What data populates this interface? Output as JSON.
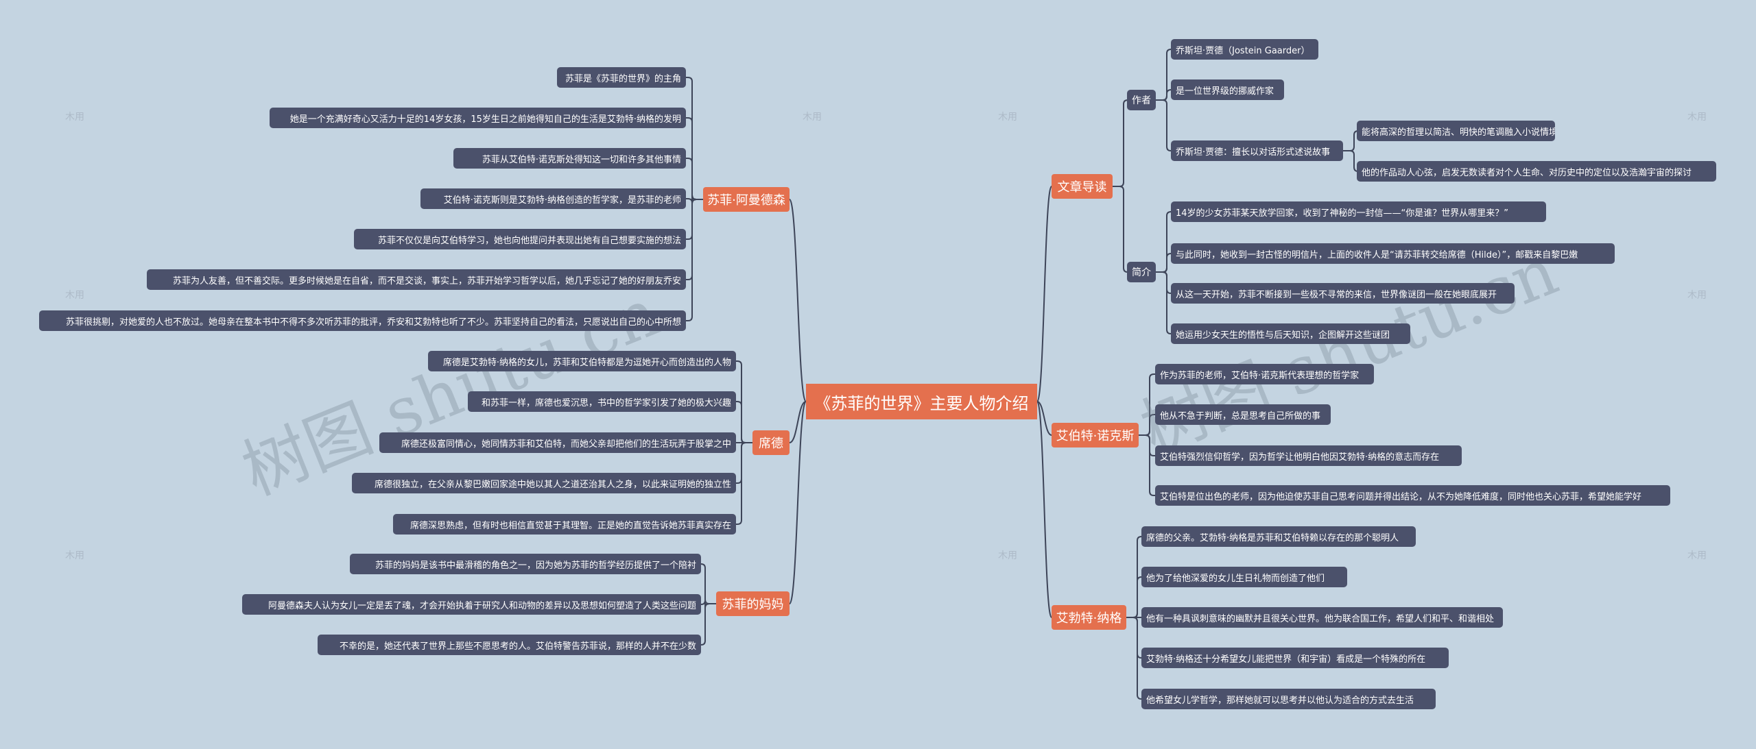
{
  "watermark": {
    "big_text": "树图 shutu.cn",
    "small_text": "木用"
  },
  "root": {
    "label": "《苏菲的世界》主要人物介绍"
  },
  "left": {
    "sophie": {
      "label": "苏菲·阿曼德森",
      "items": [
        "苏菲是《苏菲的世界》的主角",
        "她是一个充满好奇心又活力十足的14岁女孩，15岁生日之前她得知自己的生活是艾勃特·纳格的发明",
        "苏菲从艾伯特·诺克斯处得知这一切和许多其他事情",
        "艾伯特·诺克斯则是艾勃特·纳格创造的哲学家，是苏菲的老师",
        "苏菲不仅仅是向艾伯特学习，她也向他提问并表现出她有自己想要实施的想法",
        "苏菲为人友善，但不善交际。更多时候她是在自省，而不是交谈，事实上，苏菲开始学习哲学以后，她几乎忘记了她的好朋友乔安",
        "苏菲很挑剔，对她爱的人也不放过。她母亲在整本书中不得不多次听苏菲的批评，乔安和艾勃特也听了不少。苏菲坚持自己的看法，只愿说出自己的心中所想"
      ]
    },
    "hilde": {
      "label": "席德",
      "items": [
        "席德是艾勃特·纳格的女儿，苏菲和艾伯特都是为逗她开心而创造出的人物",
        "和苏菲一样，席德也爱沉思，书中的哲学家引发了她的极大兴趣",
        "席德还极富同情心，她同情苏菲和艾伯特，而她父亲却把他们的生活玩弄于股掌之中",
        "席德很独立，在父亲从黎巴嫩回家途中她以其人之道还治其人之身，以此来证明她的独立性",
        "席德深思熟虑，但有时也相信直觉甚于其理智。正是她的直觉告诉她苏菲真实存在"
      ]
    },
    "mother": {
      "label": "苏菲的妈妈",
      "items": [
        "苏菲的妈妈是该书中最滑稽的角色之一，因为她为苏菲的哲学经历提供了一个陪衬",
        "阿曼德森夫人认为女儿一定是丢了魂，才会开始执着于研究人和动物的差异以及思想如何塑造了人类这些问题",
        "不幸的是，她还代表了世界上那些不愿思考的人。艾伯特警告苏菲说，那样的人并不在少数"
      ]
    }
  },
  "right": {
    "guide": {
      "label": "文章导读",
      "author": {
        "label": "作者",
        "items": [
          "乔斯坦·贾德（Jostein Gaarder）",
          "是一位世界级的挪威作家"
        ],
        "story": {
          "label": "乔斯坦·贾德：擅长以对话形式述说故事",
          "items": [
            "能将高深的哲理以简洁、明快的笔调融入小说情境",
            "他的作品动人心弦，启发无数读者对个人生命、对历史中的定位以及浩瀚宇宙的探讨"
          ]
        }
      },
      "intro": {
        "label": "简介",
        "items": [
          "14岁的少女苏菲某天放学回家，收到了神秘的一封信——“你是谁？世界从哪里来？”",
          "与此同时，她收到一封古怪的明信片，上面的收件人是“请苏菲转交给席德（Hilde）”，邮戳来自黎巴嫩",
          "从这一天开始，苏菲不断接到一些极不寻常的来信，世界像谜团一般在她眼底展开",
          "她运用少女天生的悟性与后天知识，企图解开这些谜团"
        ]
      }
    },
    "alberto": {
      "label": "艾伯特·诺克斯",
      "items": [
        "作为苏菲的老师，艾伯特·诺克斯代表理想的哲学家",
        "他从不急于判断，总是思考自己所做的事",
        "艾伯特强烈信仰哲学，因为哲学让他明白他因艾勃特·纳格的意志而存在",
        "艾伯特是位出色的老师，因为他迫使苏菲自己思考问题并得出结论，从不为她降低难度，同时他也关心苏菲，希望她能学好"
      ]
    },
    "albert": {
      "label": "艾勃特·纳格",
      "items": [
        "席德的父亲。艾勃特·纳格是苏菲和艾伯特赖以存在的那个聪明人",
        "他为了给他深爱的女儿生日礼物而创造了他们",
        "他有一种具讽刺意味的幽默并且很关心世界。他为联合国工作，希望人们和平、和谐相处",
        "艾勃特·纳格还十分希望女儿能把世界（和宇宙）看成是一个特殊的所在",
        "他希望女儿学哲学，那样她就可以思考并以他认为适合的方式去生活"
      ]
    }
  }
}
